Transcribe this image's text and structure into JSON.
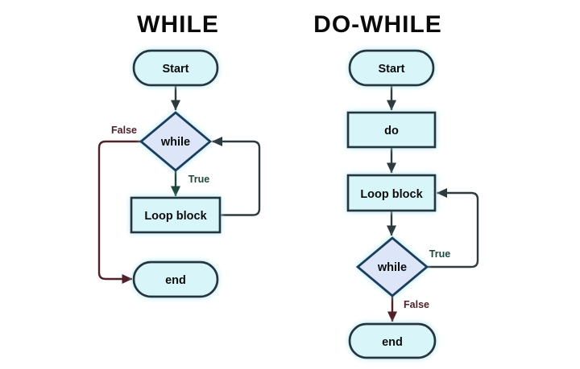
{
  "while_chart": {
    "title": "WHILE",
    "nodes": {
      "start": "Start",
      "condition": "while",
      "loop": "Loop block",
      "end": "end"
    },
    "labels": {
      "true": "True",
      "false": "False"
    }
  },
  "do_while_chart": {
    "title": "DO-WHILE",
    "nodes": {
      "start": "Start",
      "do": "do",
      "loop": "Loop block",
      "condition": "while",
      "end": "end"
    },
    "labels": {
      "true": "True",
      "false": "False"
    }
  },
  "colors": {
    "node_fill": "#d8f6f9",
    "diamond_fill": "#dce6f8",
    "node_stroke": "#27343d",
    "diamond_stroke": "#1e3c5c",
    "flow_line": "#2d3a3e",
    "true_branch": "#1e473d",
    "false_branch": "#4f2128",
    "glow": "#a9e7f1",
    "background": "#ffffff"
  }
}
